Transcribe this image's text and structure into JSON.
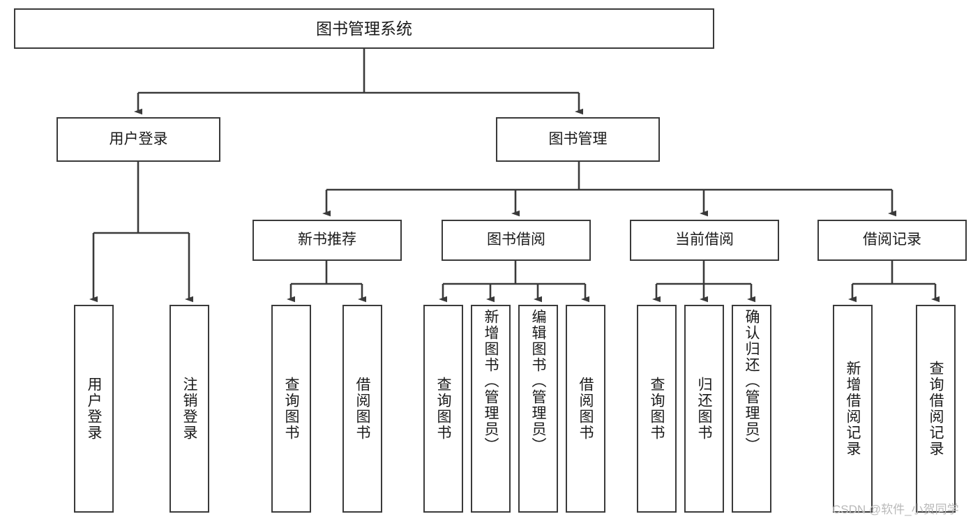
{
  "diagram": {
    "type": "tree-hierarchy",
    "title": "图书管理系统",
    "root": {
      "label": "图书管理系统"
    },
    "level1": [
      {
        "label": "用户登录"
      },
      {
        "label": "图书管理"
      }
    ],
    "level2": [
      {
        "label": "新书推荐"
      },
      {
        "label": "图书借阅"
      },
      {
        "label": "当前借阅"
      },
      {
        "label": "借阅记录"
      }
    ],
    "leaves": {
      "user_login": [
        {
          "label": "用户登录"
        },
        {
          "label": "注销登录"
        }
      ],
      "new_book_recommend": [
        {
          "label": "查询图书"
        },
        {
          "label": "借阅图书"
        }
      ],
      "book_borrow": [
        {
          "label": "查询图书"
        },
        {
          "label": "新增图书（管理员）"
        },
        {
          "label": "编辑图书（管理员）"
        },
        {
          "label": "借阅图书"
        }
      ],
      "current_borrow": [
        {
          "label": "查询图书"
        },
        {
          "label": "归还图书"
        },
        {
          "label": "确认归还（管理员）"
        }
      ],
      "borrow_records": [
        {
          "label": "新增借阅记录"
        },
        {
          "label": "查询借阅记录"
        }
      ]
    }
  },
  "watermark": {
    "text": "CSDN @软件_小贺同学"
  },
  "colors": {
    "box_border": "#3a3a3a",
    "box_fill": "#ffffff",
    "line": "#3a3a3a",
    "text": "#1a1a1a",
    "watermark": "#b9b9b9",
    "background": "#ffffff"
  }
}
